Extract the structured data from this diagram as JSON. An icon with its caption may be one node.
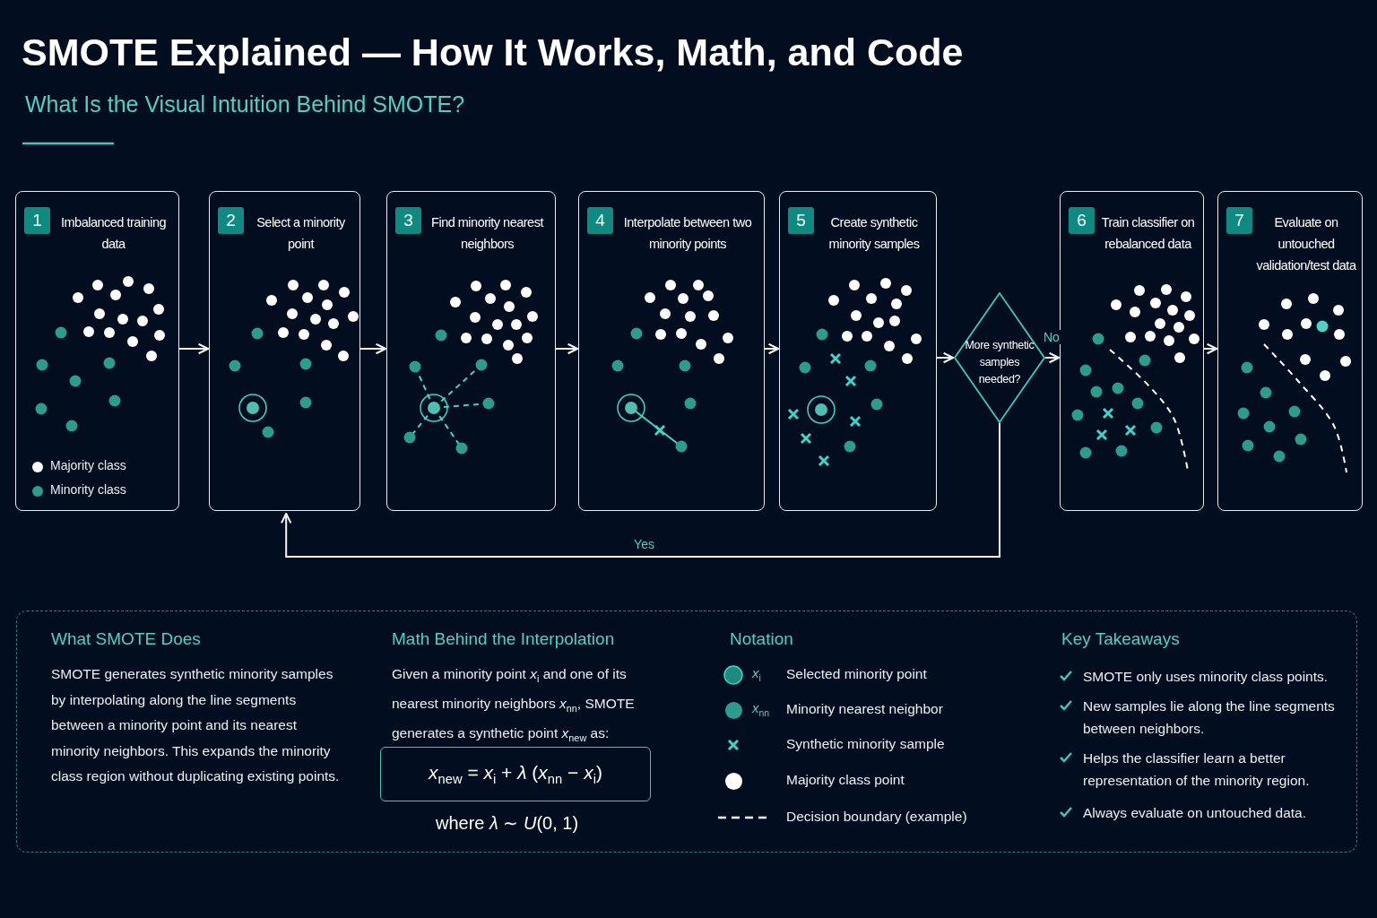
{
  "diagram": {
    "title": "SMOTE Explained — How It Works, Math, and Code",
    "nodes": [
      {
        "text": [
          "1",
          "Imbalanced training data"
        ]
      },
      {
        "text": [
          "2",
          "Select a minority point"
        ]
      },
      {
        "text": [
          "3",
          "Find minority nearest neighbors"
        ]
      },
      {
        "text": [
          "4",
          "Interpolate between two minority points"
        ]
      },
      {
        "text": [
          "5",
          "Create synthetic minority samples"
        ]
      },
      {
        "text": [
          "More synthetic samples needed?"
        ]
      },
      {
        "text": [
          "6",
          "Train classifier on rebalanced data"
        ]
      },
      {
        "text": [
          "7",
          "Evaluate on untouched validation/test data"
        ]
      },
      {
        "text": [],
        "shape": "box"
      },
      {
        "text": [
          "*x*$_{new}$ = *x*$_{i}$ + *λ* (*x*$_{nn}$ − *x*$_{i}$)"
        ],
        "in": 8
      }
    ],
    "edges": [
      {
        "from": 0,
        "to": 1,
        "arrow": "to"
      },
      {
        "from": 1,
        "to": 2,
        "arrow": "to"
      },
      {
        "from": 2,
        "to": 3,
        "arrow": "to"
      },
      {
        "from": 3,
        "to": 4,
        "arrow": "to"
      },
      {
        "from": 4,
        "to": 5,
        "arrow": "to"
      },
      {
        "from": 5,
        "to": 6,
        "arrow": "to",
        "label": "No"
      },
      {
        "from": 6,
        "to": 7,
        "arrow": "to"
      },
      {
        "from": 5,
        "to": 1,
        "arrow": "to",
        "label": "Yes"
      }
    ],
    "labels": [
      "What Is the Visual Intuition Behind SMOTE?",
      "What SMOTE Does",
      "SMOTE generates synthetic minority samples by interpolating along the line segments between a minority point and its nearest minority neighbors. This expands the minority class region without duplicating existing points.",
      "Math Behind the Interpolation",
      "Given a minority point *x*$_{i}$ and one of its nearest minority neighbors *x*$_{nn}$, SMOTE generates a synthetic point *x*$_{new}$ as:",
      "where *λ* ∼ *U*(0, 1)",
      "Notation",
      "*x*$_{i}$",
      "*x*$_{nn}$",
      "Key Takeaways",
      "SMOTE only uses minority class points.",
      "New samples lie along the line segments between neighbors.",
      "Helps the classifier learn a better representation of the minority region.",
      "Always evaluate on untouched data."
    ],
    "legend": [
      {
        "text": "Majority class",
        "color": "#ffffff"
      },
      {
        "text": "Minority class",
        "color": "#2a9d8f"
      },
      {
        "text": "Selected minority point"
      },
      {
        "text": "Minority nearest neighbor",
        "color": "#2a9d8f"
      },
      {
        "text": "Synthetic minority sample"
      },
      {
        "text": "Majority class point",
        "color": "#ffffff"
      },
      {
        "text": "Decision boundary (example)"
      }
    ]
  }
}
